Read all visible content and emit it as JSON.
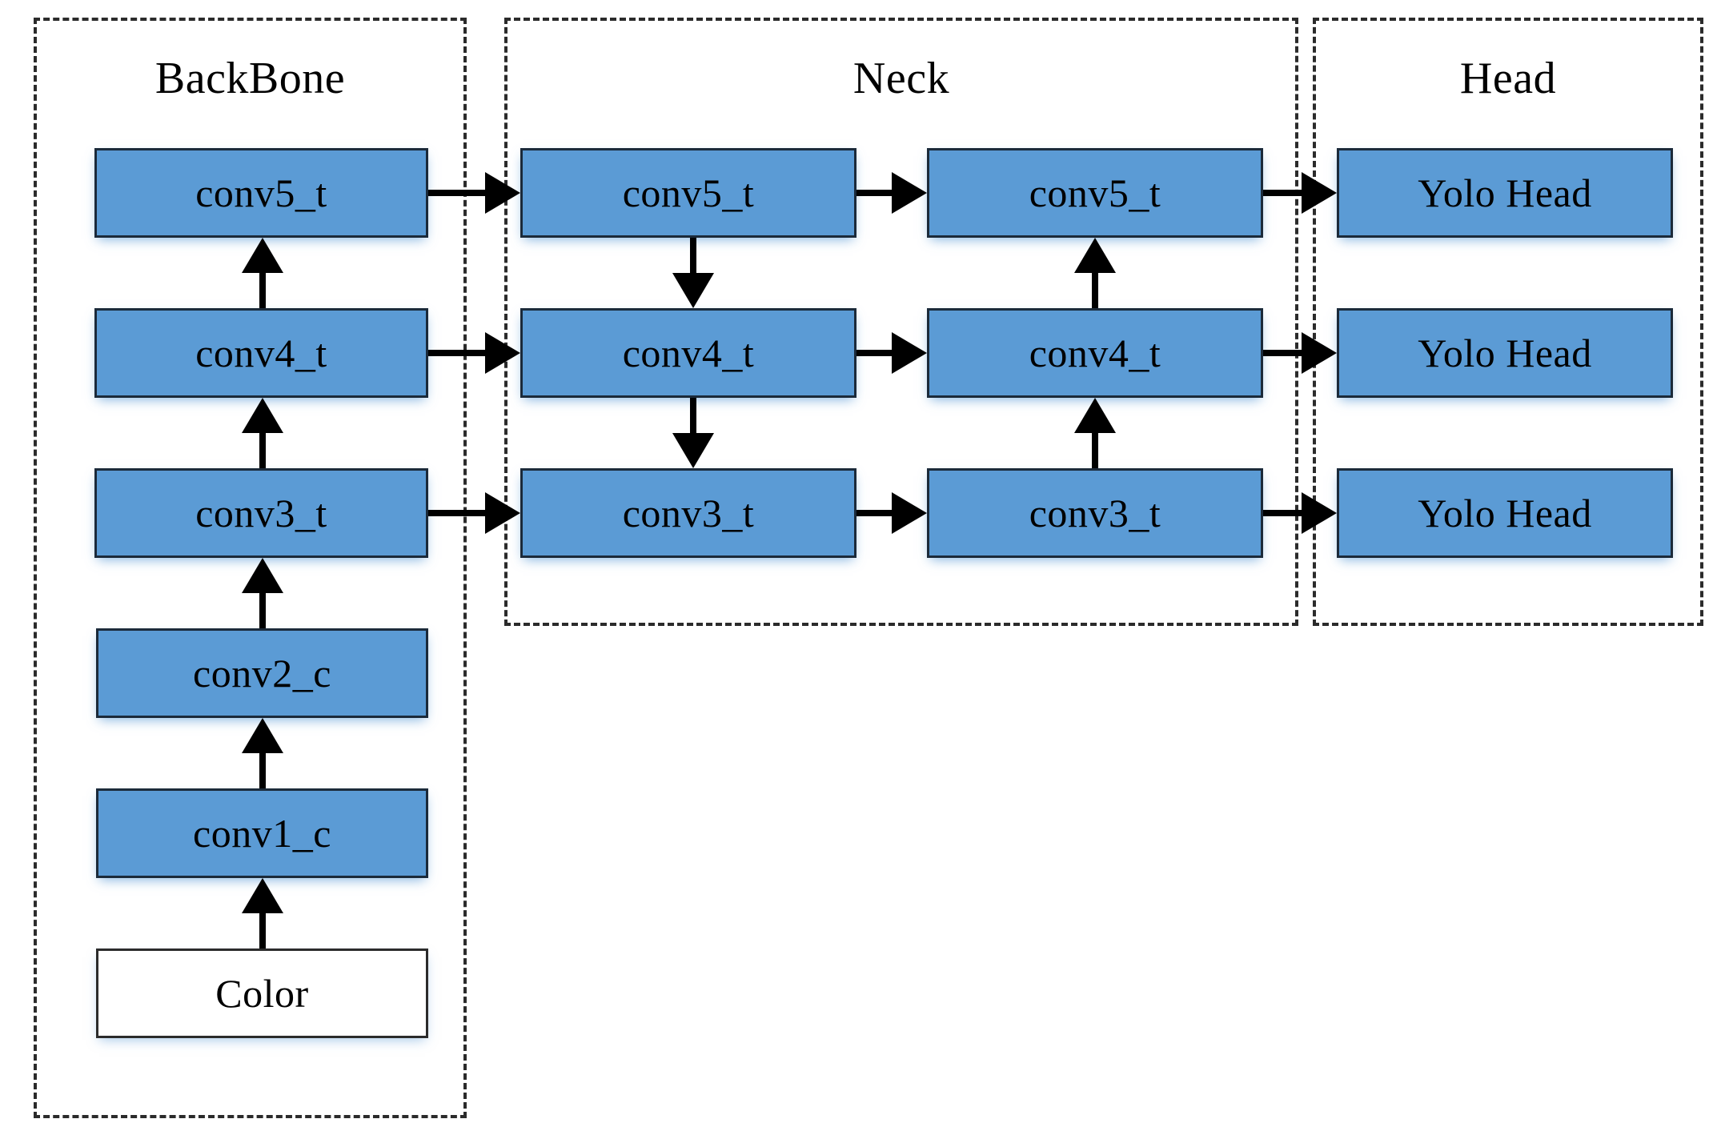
{
  "diagram": {
    "title": "YOLO network architecture block diagram",
    "background_color": "#ffffff",
    "node_fill_color": "#5b9bd5",
    "node_border_color": "#1b2a3a",
    "arrow_color": "#000000",
    "section_border_style": "dashed"
  },
  "sections": [
    {
      "id": "backbone",
      "title": "BackBone"
    },
    {
      "id": "neck",
      "title": "Neck"
    },
    {
      "id": "head",
      "title": "Head"
    }
  ],
  "backbone": {
    "title": "BackBone",
    "nodes": [
      {
        "id": "bb-conv5",
        "label": "conv5_t",
        "style": "blue"
      },
      {
        "id": "bb-conv4",
        "label": "conv4_t",
        "style": "blue"
      },
      {
        "id": "bb-conv3",
        "label": "conv3_t",
        "style": "blue"
      },
      {
        "id": "bb-conv2",
        "label": "conv2_c",
        "style": "blue"
      },
      {
        "id": "bb-conv1",
        "label": "conv1_c",
        "style": "blue"
      },
      {
        "id": "bb-color",
        "label": "Color",
        "style": "white"
      }
    ]
  },
  "neck": {
    "title": "Neck",
    "column_top_down": [
      {
        "id": "nk1-conv5",
        "label": "conv5_t",
        "style": "blue"
      },
      {
        "id": "nk1-conv4",
        "label": "conv4_t",
        "style": "blue"
      },
      {
        "id": "nk1-conv3",
        "label": "conv3_t",
        "style": "blue"
      }
    ],
    "column_bottom_up": [
      {
        "id": "nk2-conv5",
        "label": "conv5_t",
        "style": "blue"
      },
      {
        "id": "nk2-conv4",
        "label": "conv4_t",
        "style": "blue"
      },
      {
        "id": "nk2-conv3",
        "label": "conv3_t",
        "style": "blue"
      }
    ]
  },
  "head": {
    "title": "Head",
    "nodes": [
      {
        "id": "hd-yolo5",
        "label": "Yolo Head",
        "style": "blue"
      },
      {
        "id": "hd-yolo4",
        "label": "Yolo Head",
        "style": "blue"
      },
      {
        "id": "hd-yolo3",
        "label": "Yolo Head",
        "style": "blue"
      }
    ]
  },
  "edges": [
    {
      "id": "e-color-conv1",
      "from": "bb-color",
      "to": "bb-conv1",
      "direction": "up"
    },
    {
      "id": "e-conv1-conv2",
      "from": "bb-conv1",
      "to": "bb-conv2",
      "direction": "up"
    },
    {
      "id": "e-conv2-conv3",
      "from": "bb-conv2",
      "to": "bb-conv3",
      "direction": "up"
    },
    {
      "id": "e-conv3-conv4",
      "from": "bb-conv3",
      "to": "bb-conv4",
      "direction": "up"
    },
    {
      "id": "e-conv4-conv5",
      "from": "bb-conv4",
      "to": "bb-conv5",
      "direction": "up"
    },
    {
      "id": "e-bb5-nk15",
      "from": "bb-conv5",
      "to": "nk1-conv5",
      "direction": "right"
    },
    {
      "id": "e-bb4-nk14",
      "from": "bb-conv4",
      "to": "nk1-conv4",
      "direction": "right"
    },
    {
      "id": "e-bb3-nk13",
      "from": "bb-conv3",
      "to": "nk1-conv3",
      "direction": "right"
    },
    {
      "id": "e-nk15-nk14",
      "from": "nk1-conv5",
      "to": "nk1-conv4",
      "direction": "down"
    },
    {
      "id": "e-nk14-nk13",
      "from": "nk1-conv4",
      "to": "nk1-conv3",
      "direction": "down"
    },
    {
      "id": "e-nk15-nk25",
      "from": "nk1-conv5",
      "to": "nk2-conv5",
      "direction": "right"
    },
    {
      "id": "e-nk14-nk24",
      "from": "nk1-conv4",
      "to": "nk2-conv4",
      "direction": "right"
    },
    {
      "id": "e-nk13-nk23",
      "from": "nk1-conv3",
      "to": "nk2-conv3",
      "direction": "right"
    },
    {
      "id": "e-nk23-nk24",
      "from": "nk2-conv3",
      "to": "nk2-conv4",
      "direction": "up"
    },
    {
      "id": "e-nk24-nk25",
      "from": "nk2-conv4",
      "to": "nk2-conv5",
      "direction": "up"
    },
    {
      "id": "e-nk25-hd5",
      "from": "nk2-conv5",
      "to": "hd-yolo5",
      "direction": "right"
    },
    {
      "id": "e-nk24-hd4",
      "from": "nk2-conv4",
      "to": "hd-yolo4",
      "direction": "right"
    },
    {
      "id": "e-nk23-hd3",
      "from": "nk2-conv3",
      "to": "hd-yolo3",
      "direction": "right"
    }
  ]
}
